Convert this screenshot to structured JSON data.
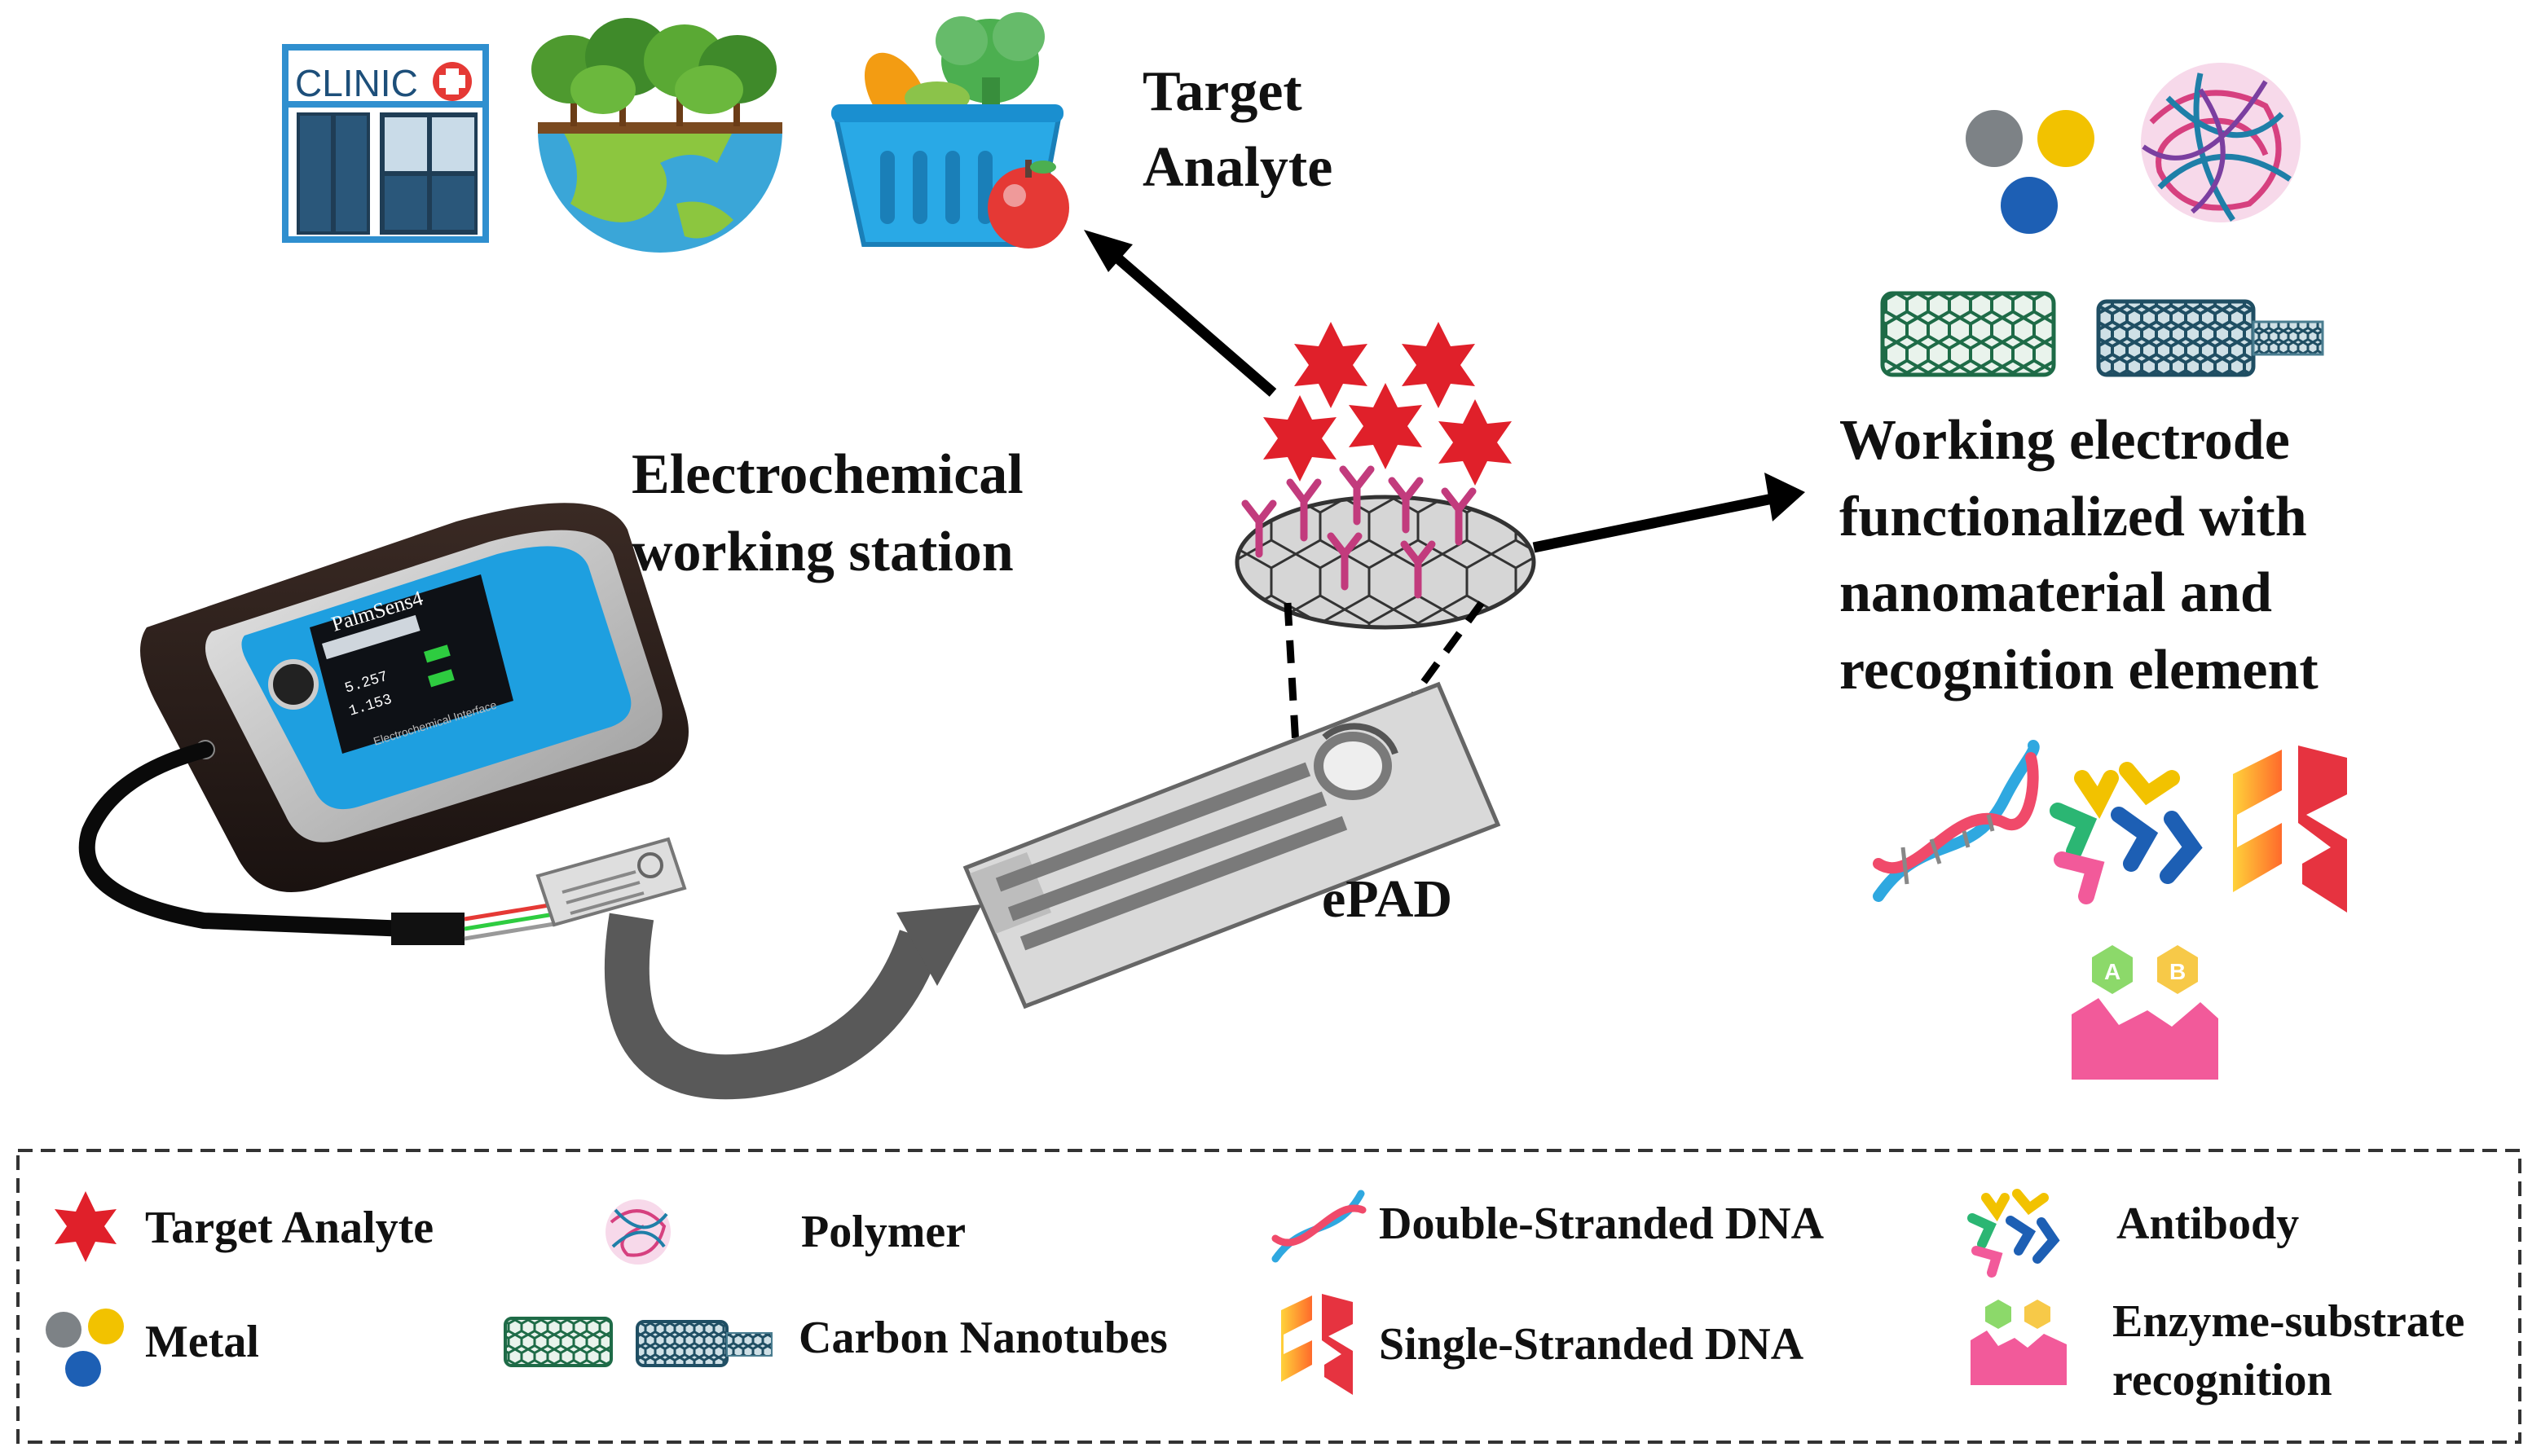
{
  "labels": {
    "target_analyte_line1": "Target",
    "target_analyte_line2": "Analyte",
    "station_line1": "Electrochemical",
    "station_line2": "working station",
    "we_line1": "Working electrode",
    "we_line2": "functionalized  with",
    "we_line3": "nanomaterial and",
    "we_line4": "recognition element",
    "epad": "ePAD",
    "clinic": "CLINIC",
    "device_brand": "PalmSens4",
    "device_screen_top": "5.257",
    "device_screen_mid": "1.153",
    "device_screen_footer": "Electrochemical Interface"
  },
  "legend": {
    "target_analyte": "Target  Analyte",
    "metal": "Metal",
    "polymer": "Polymer",
    "carbon_nanotubes": "Carbon Nanotubes",
    "dsdna": "Double-Stranded DNA",
    "ssdna": "Single-Stranded DNA",
    "antibody": "Antibody",
    "enzyme_line1": "Enzyme-substrate",
    "enzyme_line2": "recognition",
    "enzyme_a": "A",
    "enzyme_b": "B"
  },
  "colors": {
    "star": "#e0202a",
    "metal_gray": "#7d8286",
    "metal_yellow": "#f2c200",
    "metal_blue": "#1d5fb4",
    "cnt_green": "#1e6b47",
    "cnt_blue": "#1f4e63",
    "antibody_pink": "#d0457a",
    "enzyme_pink": "#f25a9a",
    "device_blue": "#1e9fe0"
  },
  "icons": {
    "clinic": "clinic-building-icon",
    "earth": "earth-with-forest-icon",
    "food": "food-basket-icon",
    "star": "star-icon",
    "metal": "metal-nanoparticles-icon",
    "polymer": "polymer-ball-icon",
    "cnt": "carbon-nanotube-icon",
    "dsdna": "double-stranded-dna-icon",
    "ssdna": "single-stranded-dna-icon",
    "antibody": "antibody-icon",
    "enzyme": "enzyme-substrate-icon"
  }
}
